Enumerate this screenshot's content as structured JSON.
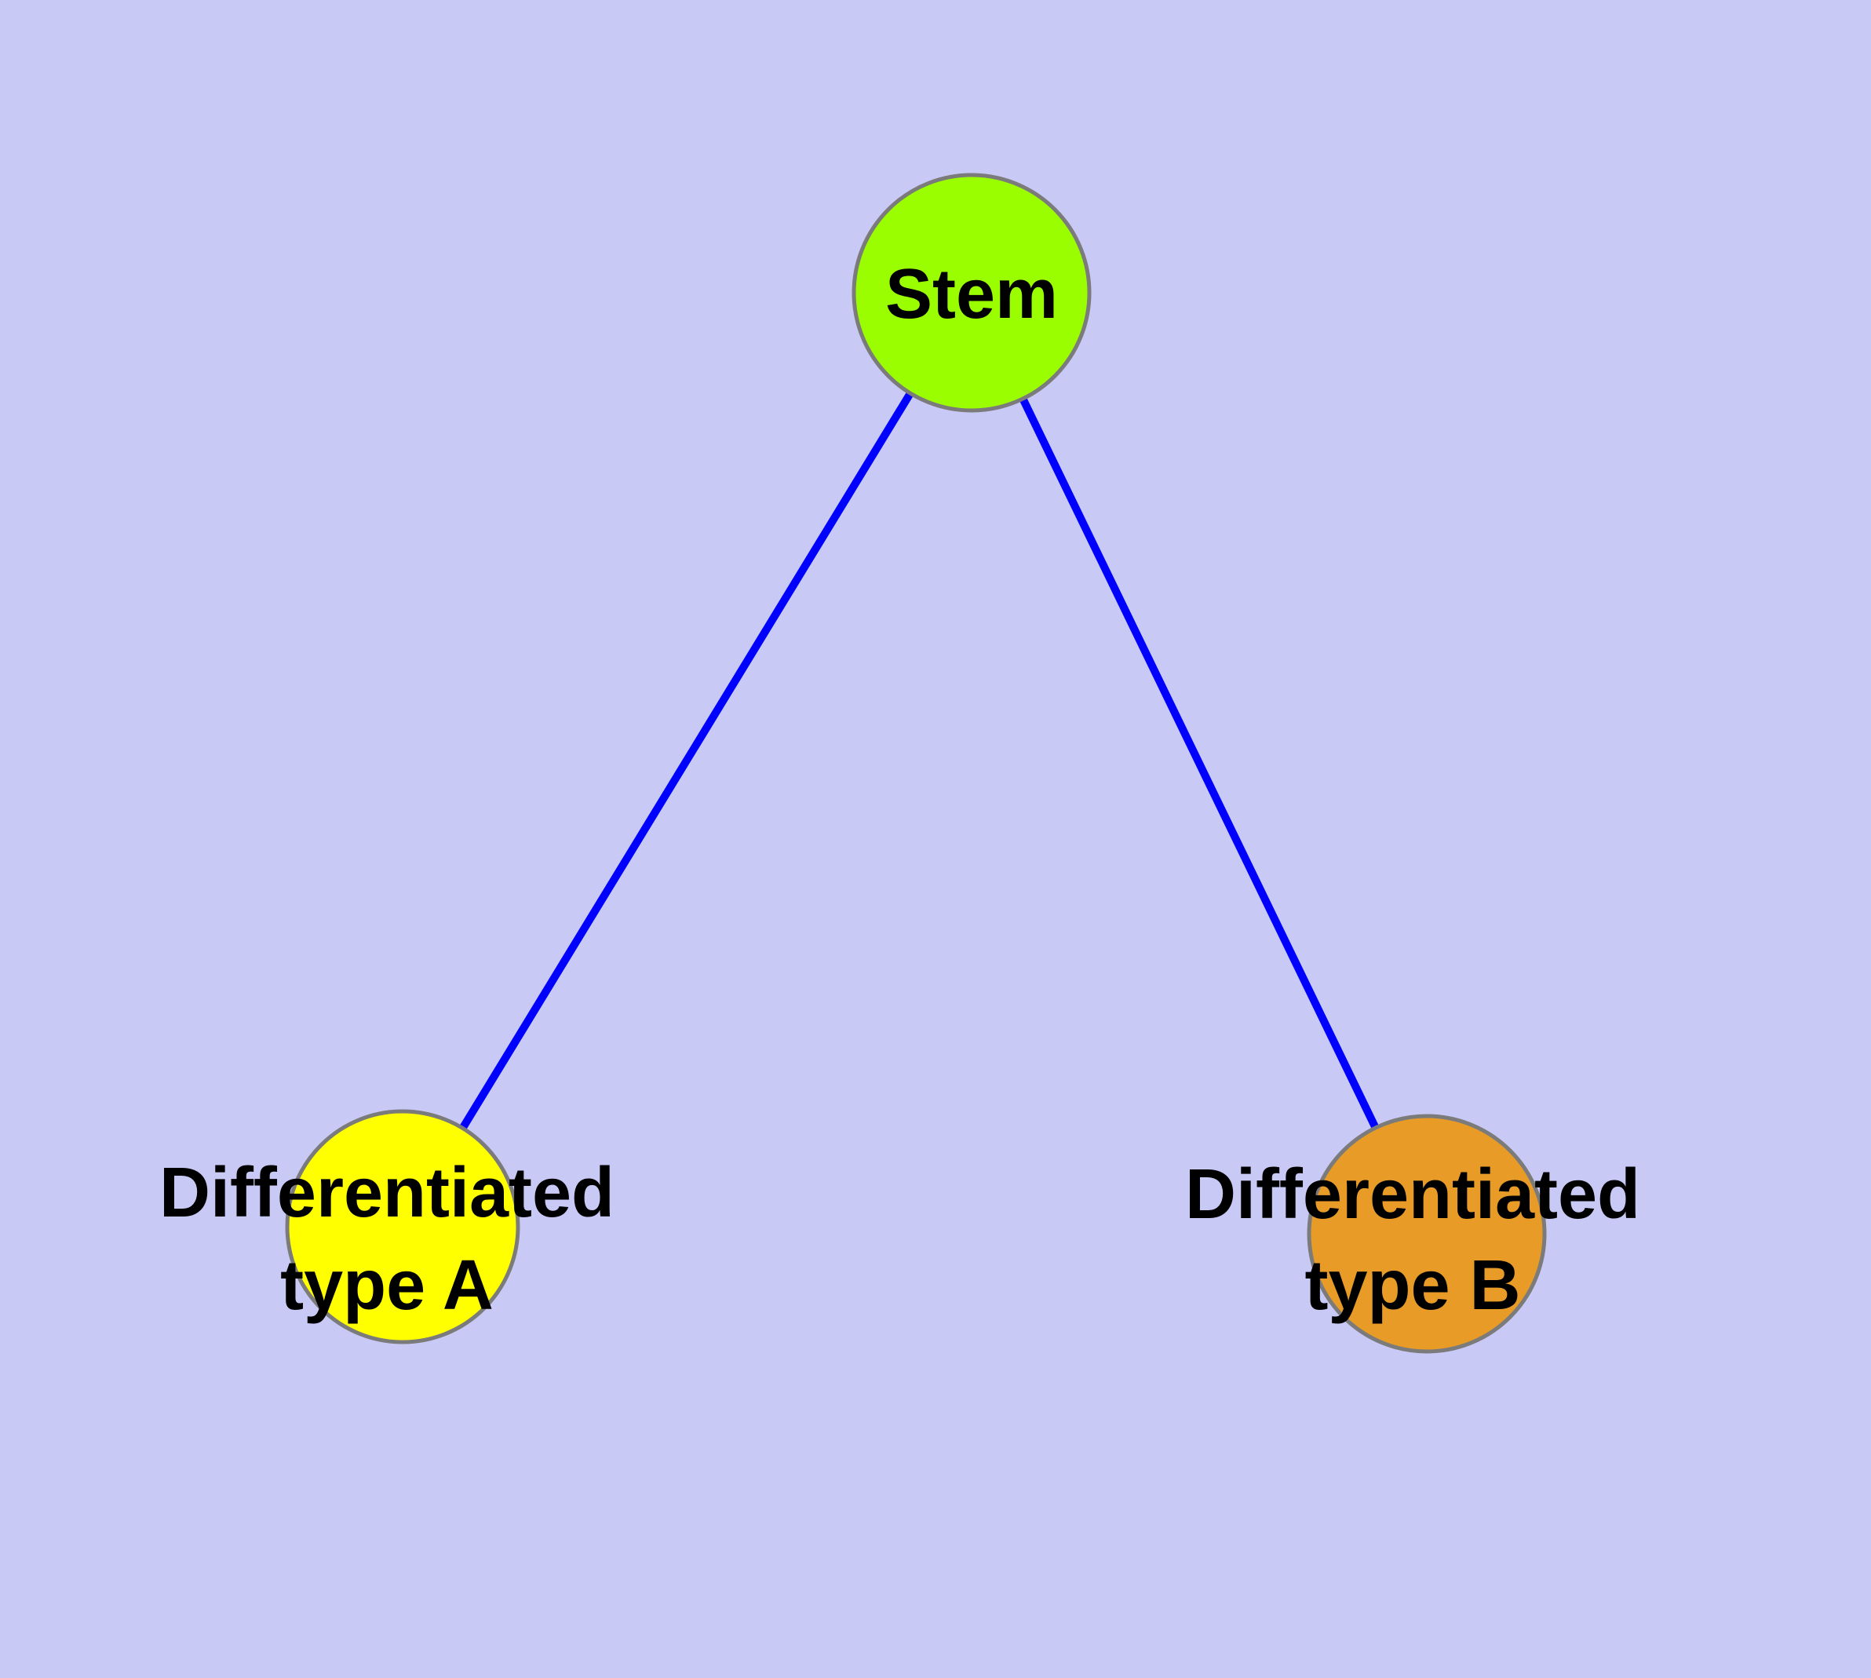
{
  "diagram": {
    "type": "graph",
    "title": "",
    "background_color": "#C9C9F6",
    "edge_color": "#0000FF",
    "node_border_color": "#7B7B7B",
    "text_color": "#000000",
    "nodes": [
      {
        "id": "stem",
        "label": "Stem",
        "fill": "#9AFE00"
      },
      {
        "id": "differentiated-type-a",
        "label_line1": "Differentiated",
        "label_line2": "type A",
        "label": "Differentiated type A",
        "fill": "#FFFF00"
      },
      {
        "id": "differentiated-type-b",
        "label_line1": "Differentiated",
        "label_line2": "type B",
        "label": "Differentiated type B",
        "fill": "#E89B27"
      }
    ],
    "edges": [
      {
        "from": "Stem",
        "to": "Differentiated type A"
      },
      {
        "from": "Stem",
        "to": "Differentiated type B"
      }
    ]
  }
}
